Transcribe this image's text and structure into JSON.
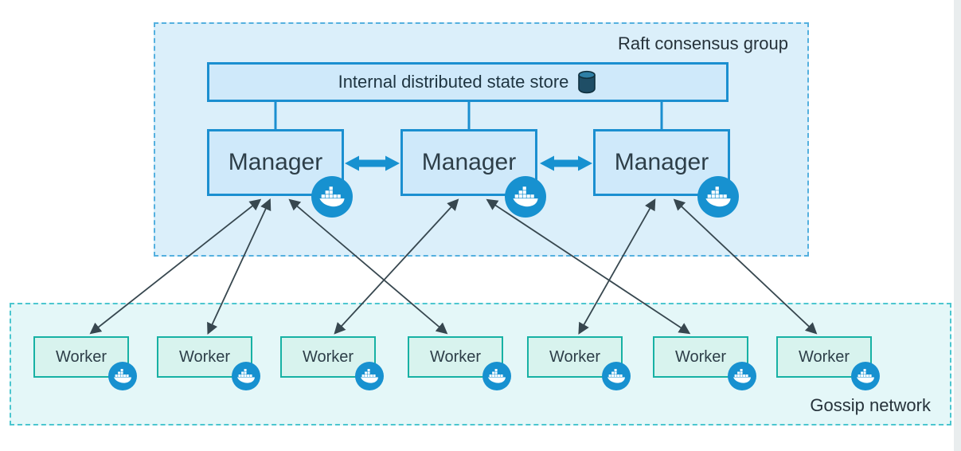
{
  "diagram": {
    "raft_group": {
      "label": "Raft consensus group",
      "state_store": {
        "label": "Internal distributed state store",
        "icon": "database-cylinder-icon"
      },
      "managers": [
        {
          "id": "manager-1",
          "label": "Manager",
          "icon": "docker-whale-icon"
        },
        {
          "id": "manager-2",
          "label": "Manager",
          "icon": "docker-whale-icon"
        },
        {
          "id": "manager-3",
          "label": "Manager",
          "icon": "docker-whale-icon"
        }
      ],
      "manager_links": [
        {
          "between": [
            "manager-1",
            "manager-2"
          ],
          "style": "thick-double-arrow"
        },
        {
          "between": [
            "manager-2",
            "manager-3"
          ],
          "style": "thick-double-arrow"
        }
      ]
    },
    "gossip_network": {
      "label": "Gossip network",
      "workers": [
        {
          "id": "worker-1",
          "label": "Worker",
          "icon": "docker-whale-icon"
        },
        {
          "id": "worker-2",
          "label": "Worker",
          "icon": "docker-whale-icon"
        },
        {
          "id": "worker-3",
          "label": "Worker",
          "icon": "docker-whale-icon"
        },
        {
          "id": "worker-4",
          "label": "Worker",
          "icon": "docker-whale-icon"
        },
        {
          "id": "worker-5",
          "label": "Worker",
          "icon": "docker-whale-icon"
        },
        {
          "id": "worker-6",
          "label": "Worker",
          "icon": "docker-whale-icon"
        },
        {
          "id": "worker-7",
          "label": "Worker",
          "icon": "docker-whale-icon"
        }
      ]
    },
    "edges": [
      {
        "from": "manager-1",
        "to": "worker-1",
        "style": "double-arrow"
      },
      {
        "from": "manager-1",
        "to": "worker-2",
        "style": "double-arrow"
      },
      {
        "from": "manager-1",
        "to": "worker-4",
        "style": "double-arrow"
      },
      {
        "from": "manager-2",
        "to": "worker-3",
        "style": "double-arrow"
      },
      {
        "from": "manager-2",
        "to": "worker-6",
        "style": "double-arrow"
      },
      {
        "from": "manager-3",
        "to": "worker-5",
        "style": "double-arrow"
      },
      {
        "from": "manager-3",
        "to": "worker-7",
        "style": "double-arrow"
      }
    ],
    "colors": {
      "docker_blue": "#1791d0",
      "manager_fill": "#cfe9fa",
      "manager_border": "#1b8fd0",
      "raft_fill": "#dbeffa",
      "raft_border": "#54b0df",
      "worker_fill": "#d8f3ee",
      "worker_border": "#17b1a4",
      "gossip_fill": "#e4f7f8",
      "gossip_border": "#4cc6cf",
      "edge_arrow": "#37474f",
      "text": "#2d3e48"
    }
  }
}
